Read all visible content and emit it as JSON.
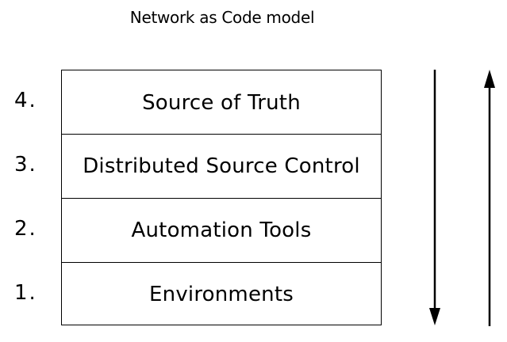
{
  "title": "Network as Code model",
  "layers": [
    {
      "number": "4.",
      "label": "Source of Truth"
    },
    {
      "number": "3.",
      "label": "Distributed Source Control"
    },
    {
      "number": "2.",
      "label": "Automation Tools"
    },
    {
      "number": "1.",
      "label": "Environments"
    }
  ],
  "arrows": {
    "left": "down",
    "right": "up"
  }
}
